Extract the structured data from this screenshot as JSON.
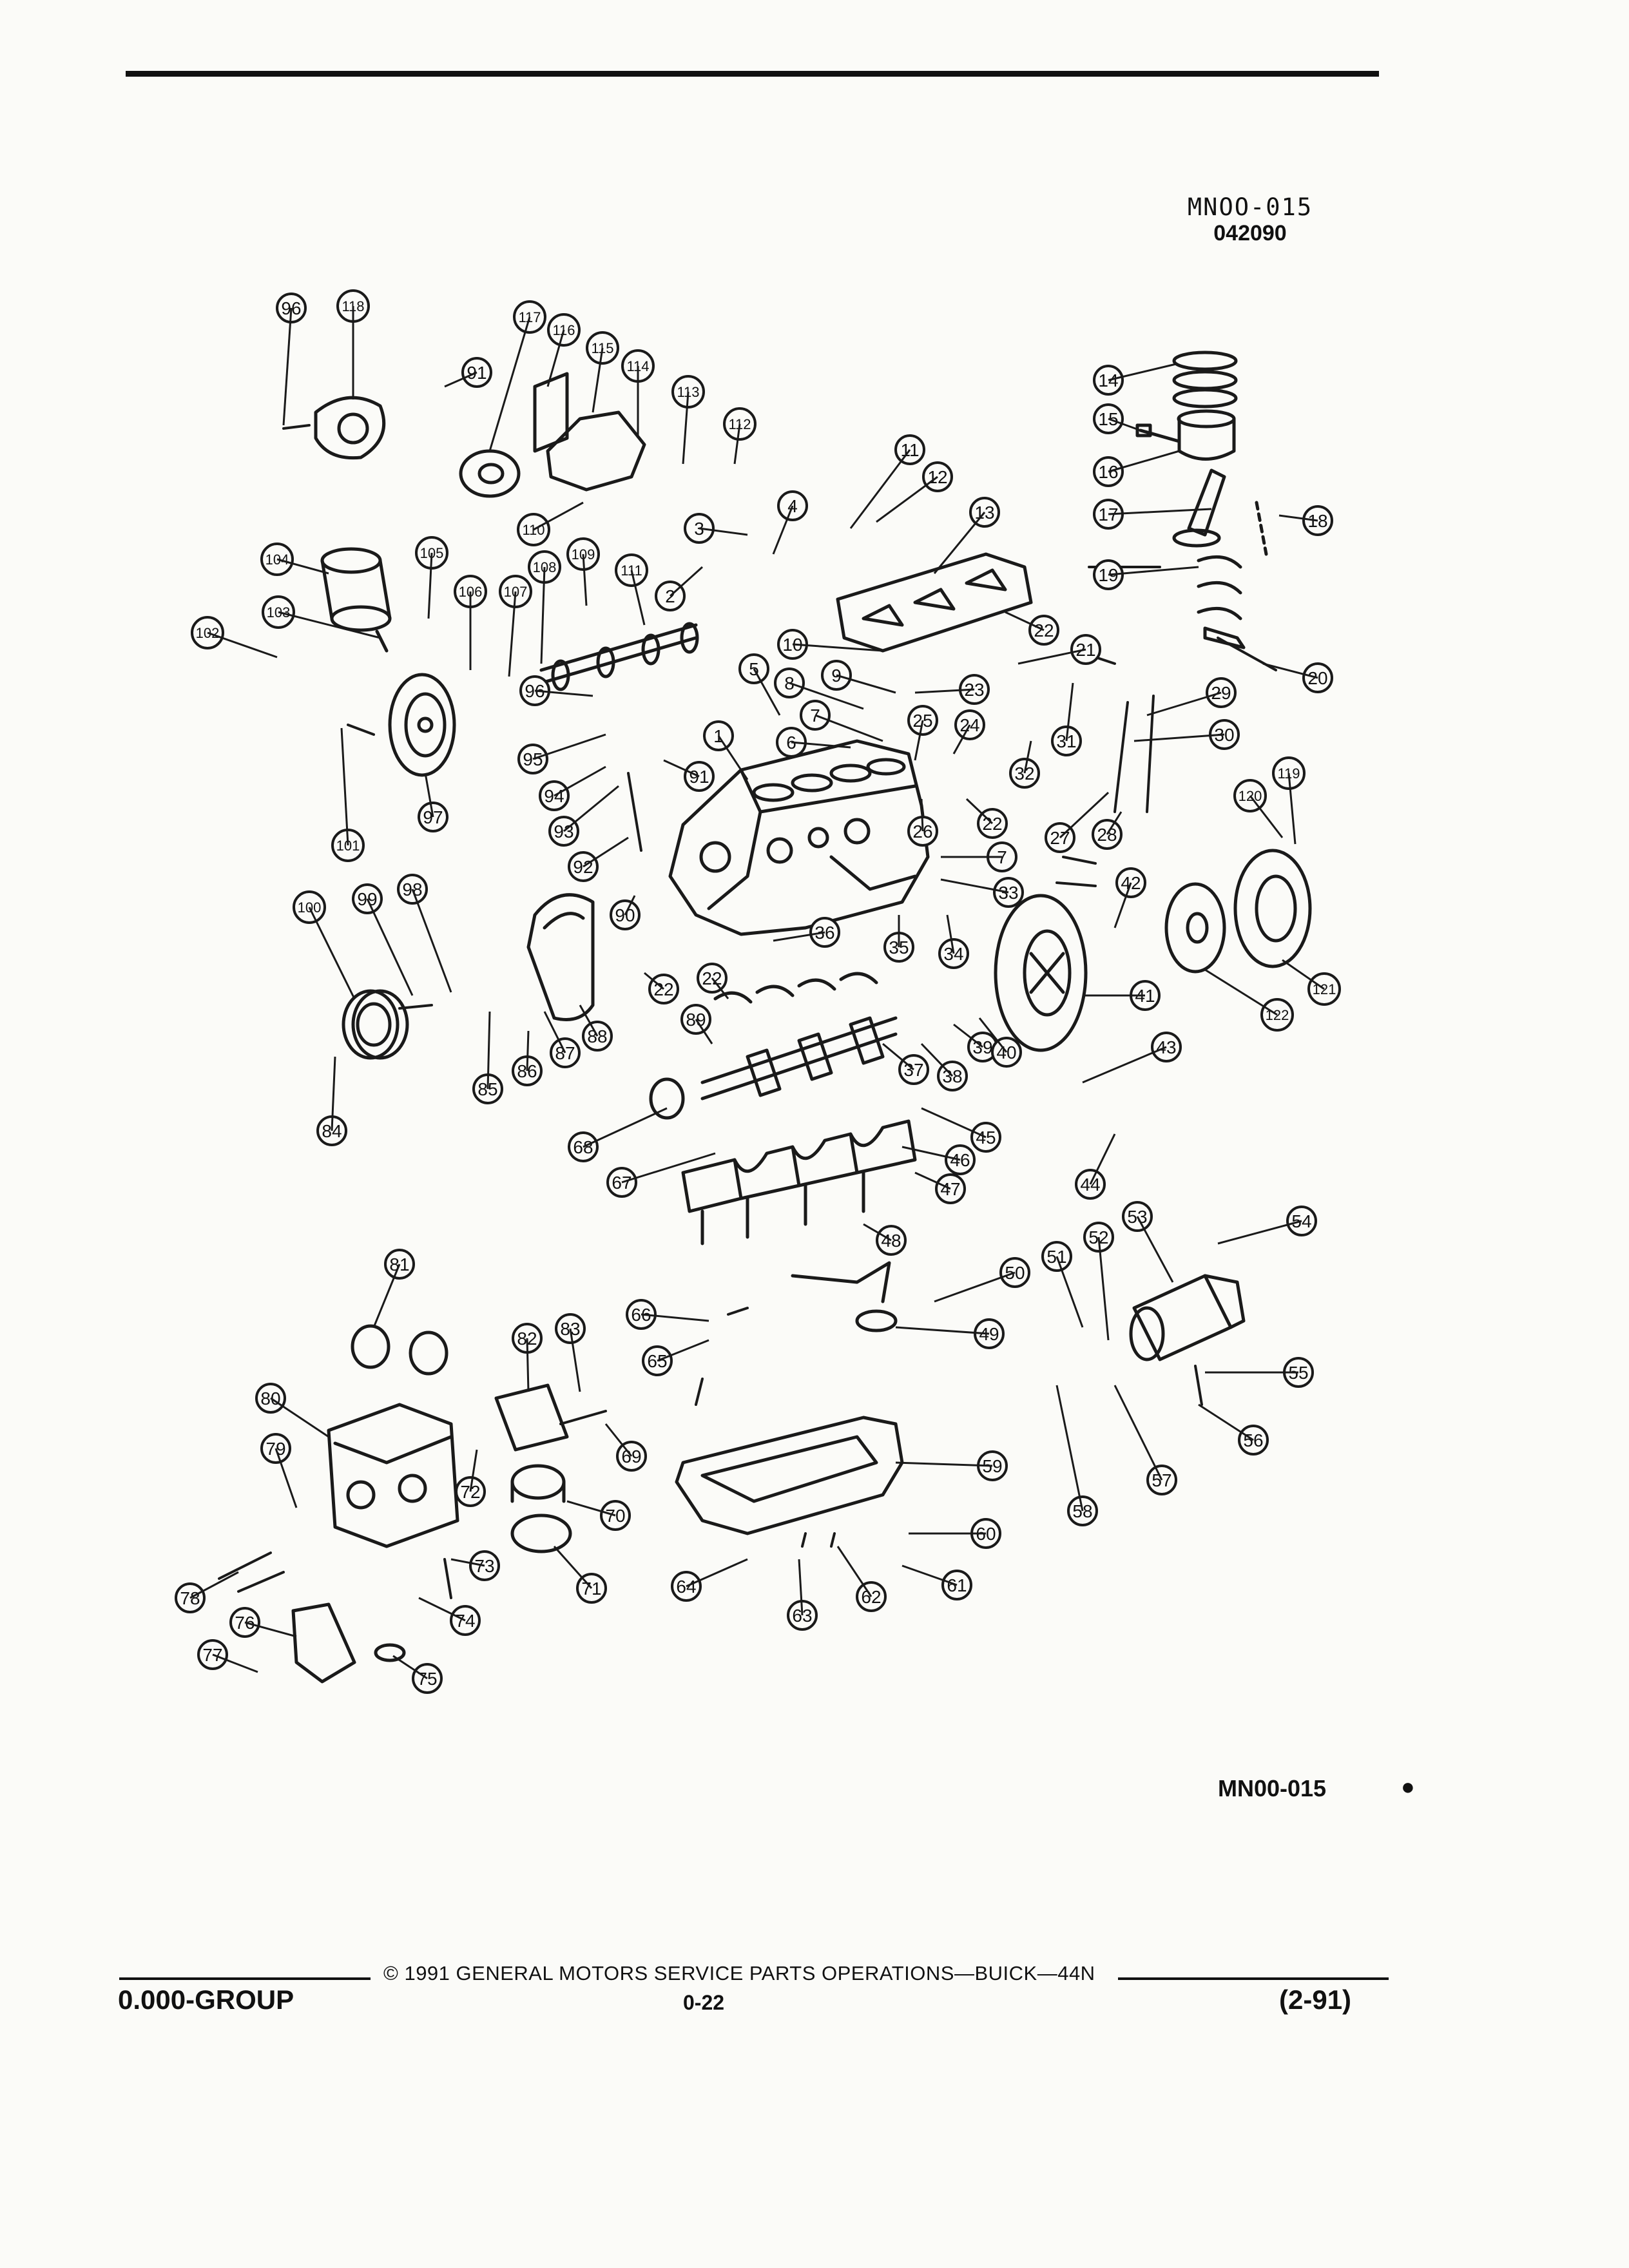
{
  "header": {
    "code": "MNOO-015",
    "date": "042090"
  },
  "figure": {
    "code": "MN00-015"
  },
  "footer": {
    "copyright": "© 1991 GENERAL MOTORS SERVICE PARTS OPERATIONS—BUICK—44N",
    "group": "0.000-GROUP",
    "page": "0-22",
    "date": "(2-91)"
  },
  "callouts": [
    "1",
    "2",
    "3",
    "4",
    "5",
    "6",
    "7",
    "8",
    "9",
    "10",
    "11",
    "12",
    "13",
    "14",
    "15",
    "16",
    "17",
    "18",
    "19",
    "20",
    "21",
    "22",
    "23",
    "24",
    "25",
    "26",
    "27",
    "28",
    "29",
    "30",
    "31",
    "32",
    "33",
    "34",
    "35",
    "36",
    "37",
    "38",
    "39",
    "40",
    "41",
    "42",
    "43",
    "44",
    "45",
    "46",
    "47",
    "48",
    "49",
    "50",
    "51",
    "52",
    "53",
    "54",
    "55",
    "56",
    "57",
    "58",
    "59",
    "60",
    "61",
    "62",
    "63",
    "64",
    "65",
    "66",
    "67",
    "68",
    "69",
    "70",
    "71",
    "72",
    "73",
    "74",
    "75",
    "76",
    "77",
    "78",
    "79",
    "80",
    "81",
    "82",
    "83",
    "84",
    "85",
    "86",
    "87",
    "88",
    "89",
    "90",
    "91",
    "92",
    "93",
    "94",
    "95",
    "96",
    "97",
    "98",
    "99",
    "100",
    "101",
    "102",
    "103",
    "104",
    "105",
    "106",
    "107",
    "108",
    "109",
    "110",
    "111",
    "112",
    "113",
    "114",
    "115",
    "116",
    "117",
    "118",
    "119",
    "120",
    "121",
    "122"
  ]
}
